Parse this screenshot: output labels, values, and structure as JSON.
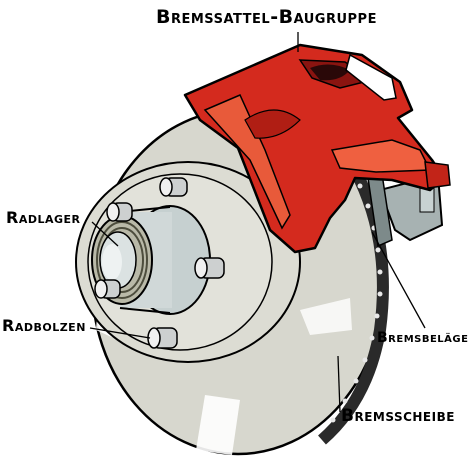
{
  "labels": {
    "caliper": "Bremssattel-Baugruppe",
    "wheel_bearing": "Radlager",
    "wheel_bolts": "Radbolzen",
    "brake_pads": "Bremsbeläge",
    "brake_disc": "Bremsscheibe"
  },
  "colors": {
    "caliper_red": "#d42a1e",
    "disc_grey": "#d5d5cc",
    "hub_grey": "#cfd6d6",
    "outline": "#000000",
    "pad_grey": "#9aa6a6"
  }
}
